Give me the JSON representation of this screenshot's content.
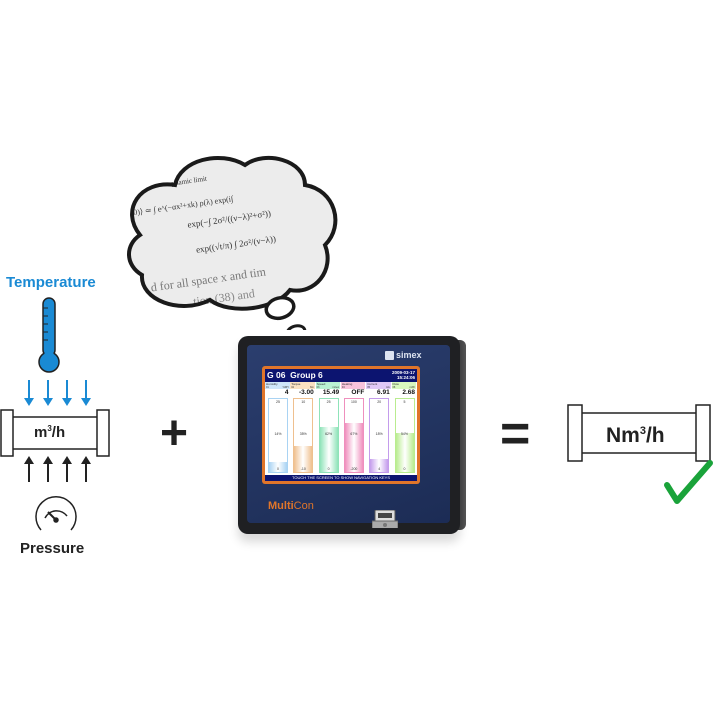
{
  "left_diagram": {
    "temperature_label": "Temperature",
    "pipe_unit": "m",
    "pipe_unit_sup": "3",
    "pipe_unit_suffix": "/h",
    "pressure_label": "Pressure",
    "icons": [
      "thermometer-icon",
      "arrow-down-icon",
      "arrow-up-icon",
      "pressure-gauge-icon"
    ]
  },
  "operators": {
    "plus": "+",
    "equals": "="
  },
  "thought_bubble": {
    "lines": [
      "ynamic limit",
      "0)⟩ ≃ ∫ e^(−αx²+xk) ρ(λ) exp(i∫",
      "exp(−∫ 2σ²/((ν−λ)²+σ²))",
      "exp((√t/π) ∫ 2σ²/(ν−λ))",
      "d for all space x and tim",
      "tion (38) and"
    ]
  },
  "device": {
    "brand": "simex",
    "model_prefix": "Multi",
    "model_suffix": "Con",
    "screen": {
      "group_id": "G 06",
      "group_name": "Group 6",
      "date": "2009-03-17",
      "time": "15:24:06",
      "footer": "TOUCH THE SCREEN TO SHOW NAVIGATION KEYS",
      "channels": [
        {
          "name": "Humidity",
          "num": "01",
          "unit": "%RH",
          "value": "4",
          "max": "25",
          "min": "0",
          "percent": "14%",
          "fill": 0.14,
          "color": "#a9d3f3",
          "head": "#cfe6fa"
        },
        {
          "name": "Torque",
          "num": "02",
          "unit": "Nm",
          "value": "-3.00",
          "max": "10",
          "min": "-10",
          "percent": "35%",
          "fill": 0.35,
          "color": "#efc08f",
          "head": "#fbe0c2"
        },
        {
          "name": "Speed",
          "num": "03",
          "unit": "m/sec",
          "value": "15.49",
          "max": "25",
          "min": "0",
          "percent": "62%",
          "fill": 0.62,
          "color": "#8fe3b9",
          "head": "#b9f1d3"
        },
        {
          "name": "Heating",
          "num": "04",
          "unit": "",
          "value": "OFF",
          "max": "100",
          "min": "-200",
          "percent": "67%",
          "fill": 0.67,
          "color": "#ef8fbd",
          "head": "#f9c3dc"
        },
        {
          "name": "Current",
          "num": "05",
          "unit": "mA",
          "value": "6.91",
          "max": "20",
          "min": "4",
          "percent": "18%",
          "fill": 0.18,
          "color": "#c49cec",
          "head": "#e0c9f7"
        },
        {
          "name": "Flow",
          "num": "06",
          "unit": "m3/h",
          "value": "2.68",
          "max": "5",
          "min": "0",
          "percent": "54%",
          "fill": 0.54,
          "color": "#b9ec8f",
          "head": "#d9f7bf"
        }
      ]
    }
  },
  "result": {
    "unit_prefix": "Nm",
    "unit_sup": "3",
    "unit_suffix": "/h",
    "check_color": "#1aa33a"
  },
  "colors": {
    "accent_blue": "#1a8ad4",
    "orange": "#e0752a",
    "screen_header": "#0c1470"
  }
}
